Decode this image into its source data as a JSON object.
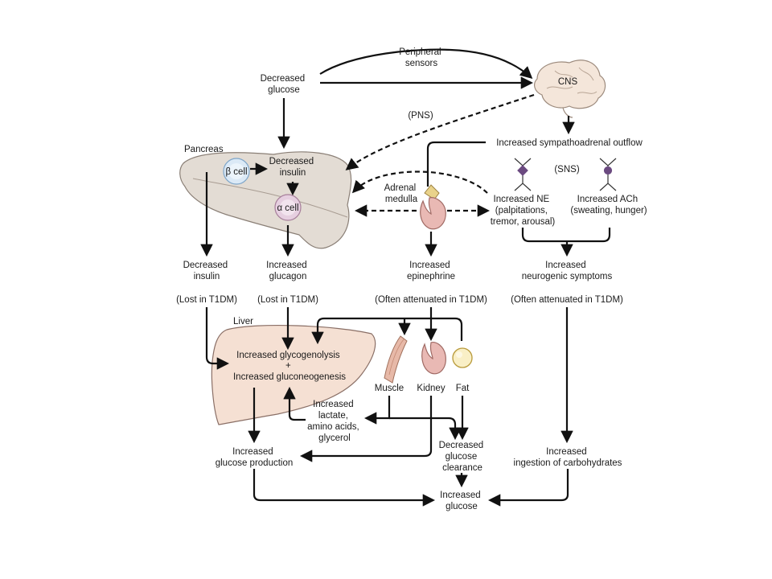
{
  "labels": {
    "peripheral_sensors": [
      "Peripheral",
      "sensors"
    ],
    "decreased_glucose": [
      "Decreased",
      "glucose"
    ],
    "cns": "CNS",
    "pns": "(PNS)",
    "sympathoadrenal": "Increased sympathoadrenal outflow",
    "pancreas": "Pancreas",
    "beta_cell": "β cell",
    "alpha_cell": "α cell",
    "decreased_insulin_pancreas": [
      "Decreased",
      "insulin"
    ],
    "adrenal_medulla": [
      "Adrenal",
      "medulla"
    ],
    "sns": "(SNS)",
    "increased_ne": [
      "Increased NE",
      "(palpitations,",
      "tremor, arousal)"
    ],
    "increased_ach": [
      "Increased ACh",
      "(sweating, hunger)"
    ],
    "decreased_insulin": [
      "Decreased",
      "insulin"
    ],
    "increased_glucagon": [
      "Increased",
      "glucagon"
    ],
    "increased_epinephrine": [
      "Increased",
      "epinephrine"
    ],
    "neurogenic_symptoms": [
      "Increased",
      "neurogenic symptoms"
    ],
    "lost_t1dm_1": "(Lost in T1DM)",
    "lost_t1dm_2": "(Lost in T1DM)",
    "attenuated_1": "(Often attenuated in T1DM)",
    "attenuated_2": "(Often attenuated in T1DM)",
    "liver": "Liver",
    "liver_effects": [
      "Increased glycogenolysis",
      "+",
      "Increased gluconeogenesis"
    ],
    "muscle": "Muscle",
    "kidney": "Kidney",
    "fat": "Fat",
    "substrates": [
      "Increased",
      "lactate,",
      "amino acids,",
      "glycerol"
    ],
    "glucose_production": [
      "Increased",
      "glucose production"
    ],
    "glucose_clearance": [
      "Decreased",
      "glucose",
      "clearance"
    ],
    "ingestion": [
      "Increased",
      "ingestion of carbohydrates"
    ],
    "increased_glucose": [
      "Increased",
      "glucose"
    ]
  },
  "colors": {
    "pancreas_fill": "#e3dcd4",
    "liver_fill": "#f5e0d3",
    "kidney_fill": "#e9b9b4",
    "beta_cell_fill": "#dbe9f6",
    "alpha_cell_fill": "#e6cfe0",
    "fat_fill": "#f9efc6",
    "muscle_fill": "#e7b9a8",
    "brain_fill": "#f4e6da",
    "synapse_ne": "#6b4a80",
    "arrow": "#111111"
  }
}
